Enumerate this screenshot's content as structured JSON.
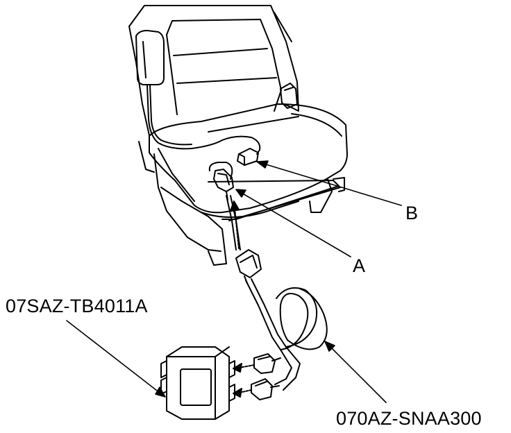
{
  "labels": {
    "callout_a": "A",
    "callout_b": "B",
    "tester_part_number": "07SAZ-TB4011A",
    "harness_part_number": "070AZ-SNAA300"
  },
  "colors": {
    "line": "#000000",
    "background": "#ffffff"
  }
}
